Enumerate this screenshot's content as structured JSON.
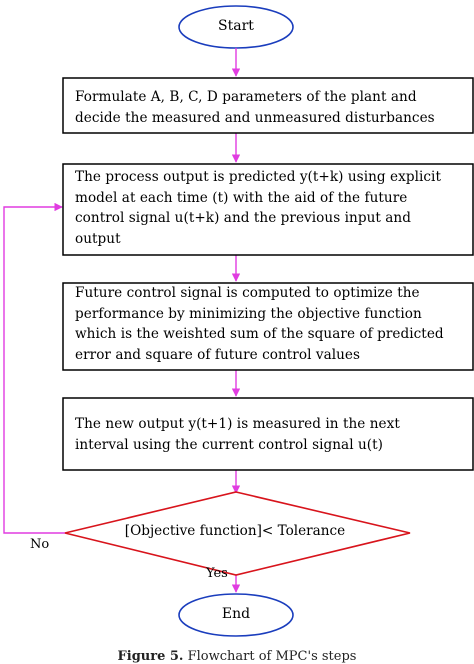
{
  "flowchart": {
    "start": "Start",
    "end": "End",
    "steps": [
      {
        "lines": [
          "Formulate A, B, C, D parameters of the plant and",
          "decide the measured and unmeasured disturbances"
        ]
      },
      {
        "lines": [
          "The process output is predicted y(t+k) using explicit",
          "model at each time (t) with the aid of the future",
          "control signal u(t+k)  and the previous input and",
          "output"
        ]
      },
      {
        "lines": [
          "Future control signal is computed to optimize the",
          "performance by minimizing the objective function",
          "which is the weishted sum of the square of predicted",
          "error and square of future control values"
        ]
      },
      {
        "lines": [
          "The new output y(t+1) is measured in the next",
          "interval using the current control signal u(t)"
        ]
      }
    ],
    "decision": "[Objective function]< Tolerance",
    "yes_label": "Yes",
    "no_label": "No"
  },
  "caption": {
    "figure_label": "Figure 5.",
    "text": "Flowchart of MPC's steps"
  },
  "colors": {
    "connector": "#e03ce0",
    "box_border": "#000000",
    "decision_border": "#d8141c",
    "terminal_border": "#1a3dbd"
  }
}
